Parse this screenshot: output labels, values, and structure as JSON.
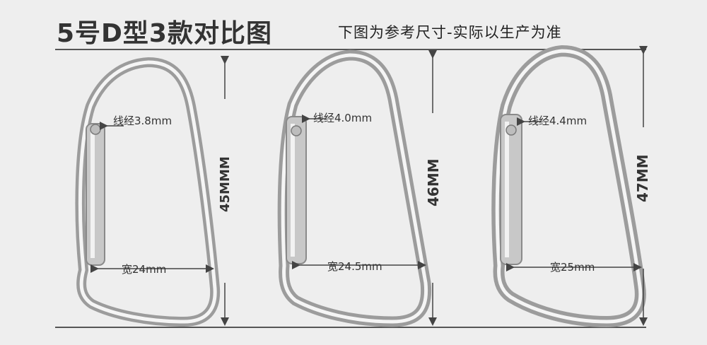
{
  "title": "5号D型3款对比图",
  "subtitle": "下图为参考尺寸-实际以生产为准",
  "items": [
    {
      "wire": "线经3.8mm",
      "width": "宽24mm",
      "height": "45MMM"
    },
    {
      "wire": "线经4.0mm",
      "width": "宽24.5mm",
      "height": "46MM"
    },
    {
      "wire": "线经4.4mm",
      "width": "宽25mm",
      "height": "47MM"
    }
  ],
  "colors": {
    "background": "#eeeeee",
    "metal": "#a9a9a9",
    "metal_highlight": "#f7f7f7",
    "line": "#555555"
  }
}
